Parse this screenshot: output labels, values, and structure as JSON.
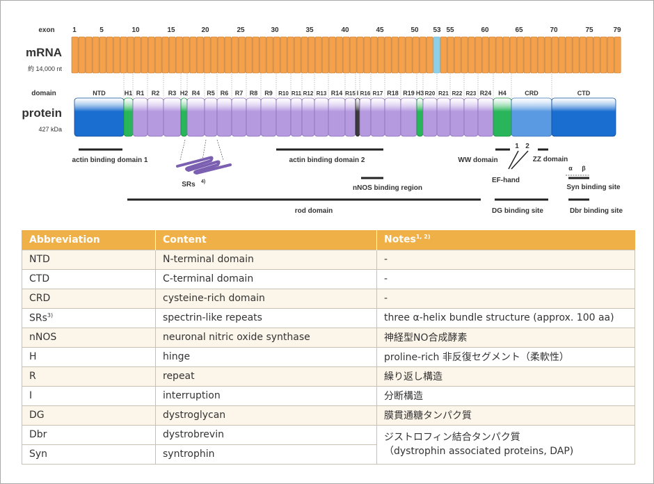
{
  "diagram": {
    "exon_label": "exon",
    "exon_ticks": [
      "1",
      "5",
      "10",
      "15",
      "20",
      "25",
      "30",
      "35",
      "40",
      "45",
      "50",
      "53",
      "55",
      "60",
      "65",
      "70",
      "75",
      "79"
    ],
    "mrna_label": "mRNA",
    "mrna_size": "約 14,000 nt",
    "domain_label": "domain",
    "protein_label": "protein",
    "protein_size": "427 kDa",
    "domain_names": [
      "NTD",
      "H1",
      "R1",
      "R2",
      "R3",
      "H2",
      "R4",
      "R5",
      "R6",
      "R7",
      "R8",
      "R9",
      "R10",
      "R11",
      "R12",
      "R13",
      "R14",
      "R15",
      "I",
      "R16",
      "R17",
      "R18",
      "R19",
      "H3",
      "R20",
      "R21",
      "R22",
      "R23",
      "R24",
      "H4",
      "CRD",
      "CTD"
    ],
    "annotations": {
      "actin1": "actin binding domain 1",
      "srs": "SRs",
      "srs_sup": "4)",
      "actin2": "actin binding domain 2",
      "nnos": "nNOS binding region",
      "ww": "WW domain",
      "ef_nums": [
        "1",
        "2"
      ],
      "ef": "EF-hand",
      "zz": "ZZ domain",
      "alpha": "α",
      "beta": "β",
      "syn": "Syn binding site",
      "rod": "rod domain",
      "dg": "DG binding site",
      "dbr": "Dbr binding site"
    },
    "colors": {
      "mrna_exon": "#f5a04a",
      "exon53": "#8ecfe8",
      "terminal": "#1a6ed0",
      "hinge": "#29b65a",
      "repeat": "#b69ae0",
      "crd": "#5a9ae2",
      "interruption": "#3a3a3a"
    }
  },
  "table": {
    "headers": [
      "Abbreviation",
      "Content",
      "Notes"
    ],
    "notes_sup": "1, 2)",
    "rows": [
      {
        "abbr": "NTD",
        "content": "N-terminal domain",
        "notes": "-"
      },
      {
        "abbr": "CTD",
        "content": "C-terminal domain",
        "notes": "-"
      },
      {
        "abbr": "CRD",
        "content": "cysteine-rich domain",
        "notes": "-"
      },
      {
        "abbr": "SRs",
        "abbr_sup": "3)",
        "content": "spectrin-like repeats",
        "notes": "three α-helix bundle structure (approx. 100 aa)"
      },
      {
        "abbr": "nNOS",
        "content": "neuronal nitric oxide synthase",
        "notes": "神経型NO合成酵素"
      },
      {
        "abbr": "H",
        "content": "hinge",
        "notes": "proline-rich 非反復セグメント（柔軟性）"
      },
      {
        "abbr": "R",
        "content": "repeat",
        "notes": "繰り返し構造"
      },
      {
        "abbr": "I",
        "content": "interruption",
        "notes": "分断構造"
      },
      {
        "abbr": "DG",
        "content": "dystroglycan",
        "notes": "膜貫通糖タンパク質"
      },
      {
        "abbr": "Dbr",
        "content": "dystrobrevin",
        "notes": "ジストロフィン結合タンパク質"
      },
      {
        "abbr": "Syn",
        "content": "syntrophin",
        "notes": "（dystrophin associated proteins, DAP)"
      }
    ]
  }
}
